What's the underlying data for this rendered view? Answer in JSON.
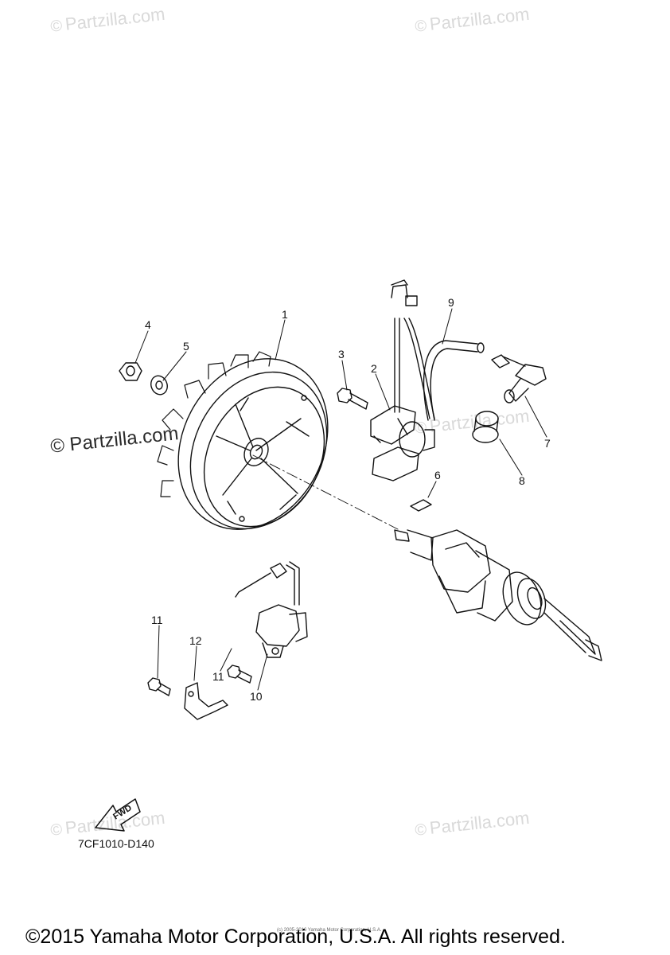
{
  "watermark": {
    "text": "Partzilla.com",
    "symbol": "©",
    "strong_text": "© Partzilla.com"
  },
  "callouts": {
    "n1": "1",
    "n2": "2",
    "n3": "3",
    "n4": "4",
    "n5": "5",
    "n6": "6",
    "n7": "7",
    "n8": "8",
    "n9": "9",
    "n10": "10",
    "n11a": "11",
    "n11b": "11",
    "n12": "12"
  },
  "fwd_label": "FWD",
  "diagram_code": "7CF1010-D140",
  "fine_print": "(c) 2005-2016 Yamaha Motor Corporation, U.S.A.",
  "copyright": "©2015 Yamaha Motor Corporation, U.S.A. All rights reserved.",
  "colors": {
    "line": "#111111",
    "watermark": "#d9d9d9",
    "background": "#ffffff"
  }
}
